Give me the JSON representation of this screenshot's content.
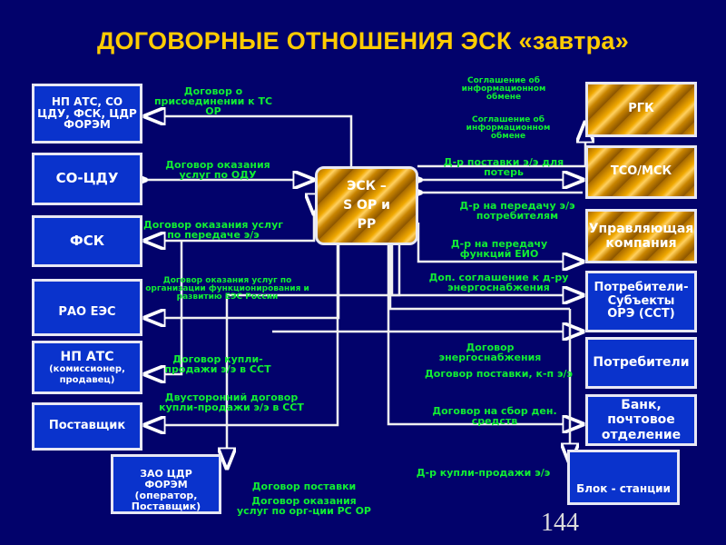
{
  "title": "ДОГОВОРНЫЕ ОТНОШЕНИЯ ЭСК «завтра»",
  "center": {
    "line1": "ЭСК –",
    "line2": "S OP и",
    "line3": "PP"
  },
  "left_boxes": [
    {
      "label": "НП АТС, СО ЦДУ, ФСК, ЦДР ФОРЭМ"
    },
    {
      "label": "СО-ЦДУ"
    },
    {
      "label": "ФСК"
    },
    {
      "label": "РАО ЕЭС"
    },
    {
      "label": "НП АТС",
      "sub": "(комиссионер, продавец)"
    },
    {
      "label": "Поставщик"
    },
    {
      "label": "ЗАО ЦДР ФОРЭМ",
      "sub": "(оператор, Поставщик)"
    }
  ],
  "right_boxes": [
    {
      "label": "РГК"
    },
    {
      "label": "ТСО/МСК"
    },
    {
      "label": "Управляющая компания"
    },
    {
      "label": "Потребители-Субъекты ОРЭ (ССТ)"
    },
    {
      "label": "Потребители"
    },
    {
      "label": "Банк, почтовое отделение"
    },
    {
      "label": "Блок - станции"
    }
  ],
  "contracts": {
    "c1": "Договор о присоединении к ТС ОР",
    "c2": "Договор оказания услуг по ОДУ",
    "c3": "Договор оказания услуг по передаче э/э",
    "c4": "Договор оказания услуг по организации функционирования и развитию ЕЭС России",
    "c5": "Договор купли-продажи э/э в ССТ",
    "c6": "Двусторонний договор купли-продажи э/э в ССТ",
    "c7": "Договор поставки",
    "c8": "Договор оказания услуг по орг-ции РС ОР",
    "r1": "Соглашение об информационном обмене",
    "r2": "Соглашение об информационном обмене",
    "r3": "Д-р поставки э/э для потерь",
    "r4": "Д-р на передачу э/э потребителям",
    "r5": "Д-р на передачу функций ЕИО",
    "r6": "Доп. соглашение к д-ру энергоснабжения",
    "r7": "Договор энергоснабжения",
    "r8": "Договор поставки, к-п э/э",
    "r9": "Договор на сбор ден. средств",
    "r10": "Д-р купли-продажи э/э"
  },
  "page_number": "144"
}
